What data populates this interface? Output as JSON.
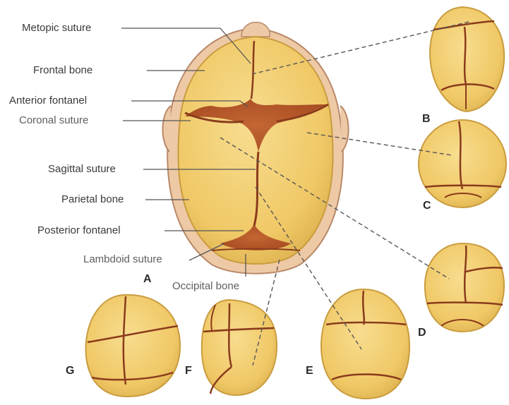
{
  "labels": {
    "metopic_suture": "Metopic suture",
    "frontal_bone": "Frontal bone",
    "anterior_fontanel": "Anterior fontanel",
    "coronal_suture": "Coronal suture",
    "sagittal_suture": "Sagittal suture",
    "parietal_bone": "Parietal bone",
    "posterior_fontanel": "Posterior fontanel",
    "lambdoid_suture": "Lambdoid suture",
    "occipital_bone": "Occipital bone"
  },
  "panels": {
    "a": "A",
    "b": "B",
    "c": "C",
    "d": "D",
    "e": "E",
    "f": "F",
    "g": "G"
  },
  "colors": {
    "bone": "#f2cf74",
    "bone_edge": "#d9ad4c",
    "fontanel": "#b5532a",
    "suture": "#8a3b1c",
    "skin": "#eec9a5",
    "skin_edge": "#b8896a",
    "leader": "#555555"
  }
}
